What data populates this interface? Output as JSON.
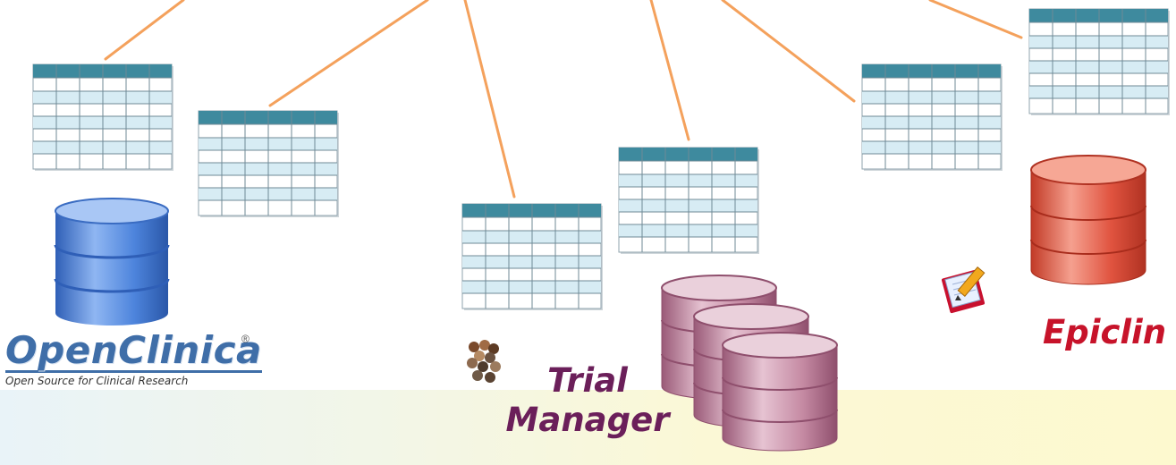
{
  "openclinica": {
    "name": "OpenClinica",
    "registered_mark": "®",
    "tagline": "Open Source for Clinical Research"
  },
  "trial_manager": {
    "line1": "Trial",
    "line2": "Manager"
  },
  "epiclin": {
    "name": "Epiclin"
  },
  "colors": {
    "connector": "#f4a15c",
    "table_header": "#3e8a9e",
    "table_row_alt": "#d7ecf4",
    "db_blue": "#4f83d9",
    "db_pink": "#c58aa3",
    "db_red": "#e0533f",
    "trial_text": "#6b1f5a",
    "epiclin_text": "#c7132a"
  }
}
